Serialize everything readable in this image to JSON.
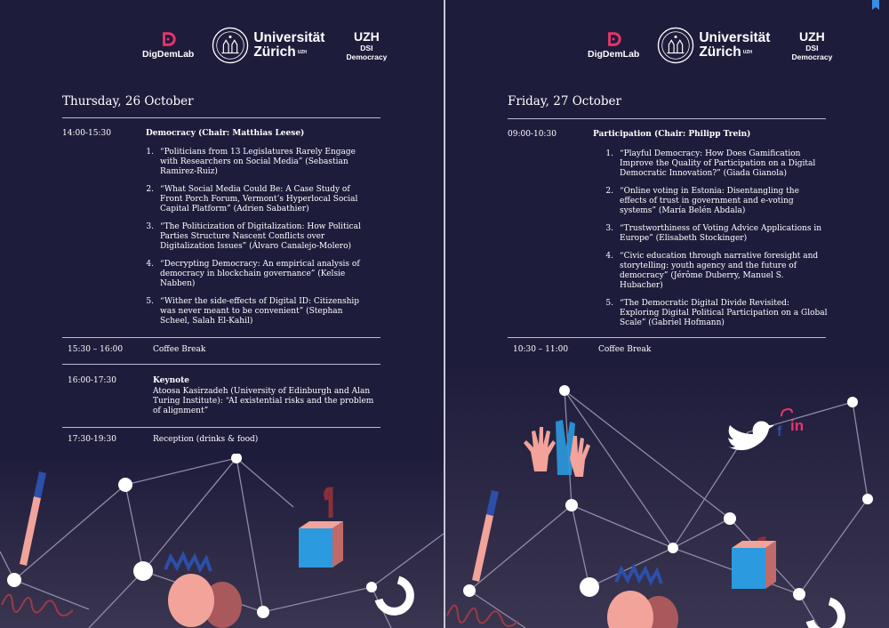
{
  "brand": {
    "digdemlab": "DigDemLab",
    "uzh_line1": "Universität",
    "uzh_line2": "Zürich",
    "uzh_sup": "UZH",
    "dsi_line1": "UZH",
    "dsi_line2": "DSI",
    "dsi_line3": "Democracy"
  },
  "left_page": {
    "day": "Thursday, 26 October",
    "session1": {
      "time": "14:00-15:30",
      "title": "Democracy (Chair: Matthias Leese)",
      "talks": [
        {
          "num": "1.",
          "text": "“Politicians from 13 Legislatures Rarely Engage with Researchers on Social Media” (Sebastian Ramirez-Ruiz)"
        },
        {
          "num": "2.",
          "text": "“What Social Media Could Be: A Case Study of Front Porch Forum, Vermont’s Hyperlocal Social Capital Platform” (Adrien Sabathier)"
        },
        {
          "num": "3.",
          "text": "“The Politicization of Digitalization:  How Political Parties Structure Nascent  Conflicts over Digitalization Issues” (Álvaro Canalejo-Molero)"
        },
        {
          "num": "4.",
          "text": "“Decrypting Democracy: An empirical analysis of democracy in blockchain governance” (Kelsie Nabben)"
        },
        {
          "num": "5.",
          "text": "“Wither the side-effects of Digital ID: Citizenship was never meant to be convenient” (Stephan Scheel, Salah El-Kahil)"
        }
      ]
    },
    "coffee": {
      "time": "15:30 – 16:00",
      "label": "Coffee Break"
    },
    "keynote": {
      "time": "16:00-17:30",
      "title": "Keynote",
      "text": "Atoosa Kasirzadeh (University of Edinburgh and Alan Turing Institute): “AI existential risks and the problem of alignment”"
    },
    "reception": {
      "time": "17:30-19:30",
      "label": "Reception (drinks & food)"
    }
  },
  "right_page": {
    "day": "Friday, 27 October",
    "session1": {
      "time": "09:00-10:30",
      "title": "Participation (Chair: Philipp Trein)",
      "talks": [
        {
          "num": "1.",
          "text": "“Playful Democracy: How Does Gamification Improve the Quality of Participation on a Digital Democratic Innovation?” (Giada Gianola)"
        },
        {
          "num": "2.",
          "text": "“Online voting in Estonia: Disentangling the effects of trust in government and e-voting systems” (María Belén Abdala)"
        },
        {
          "num": "3.",
          "text": "“Trustworthiness of Voting Advice Applications in Europe” (Elisabeth Stockinger)"
        },
        {
          "num": "4.",
          "text": "“Civic education through narrative foresight and storytelling: youth agency and the future of democracy” (Jérôme Duberry, Manuel S. Hubacher)"
        },
        {
          "num": "5.",
          "text": "“The Democratic Digital Divide Revisited: Exploring Digital Political Participation on a Global Scale” (Gabriel Hofmann)"
        }
      ]
    },
    "coffee": {
      "time": "10:30 – 11:00",
      "label": "Coffee Break"
    }
  },
  "colors": {
    "background": "#1e1c3b",
    "accent_pink": "#e8346b",
    "network_lines": "#8f8aa8",
    "salmon": "#f2a39a",
    "blue": "#2c4fa8"
  }
}
